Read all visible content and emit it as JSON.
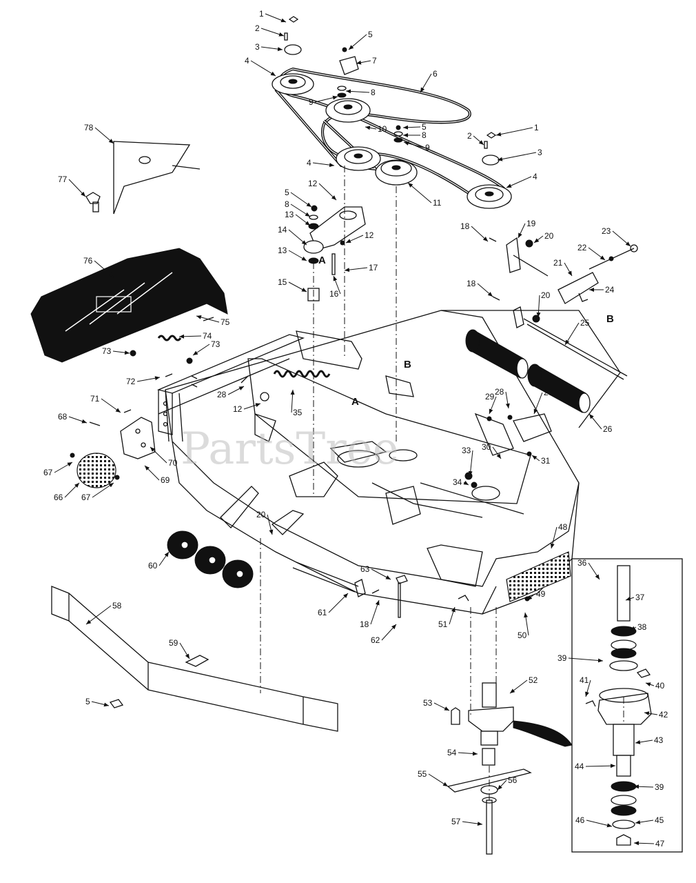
{
  "watermark": "PartsTree",
  "reference_letters": [
    "A",
    "A",
    "B",
    "B"
  ],
  "callouts": [
    "1",
    "2",
    "3",
    "4",
    "5",
    "6",
    "7",
    "8",
    "9",
    "10",
    "11",
    "12",
    "13",
    "14",
    "15",
    "16",
    "17",
    "18",
    "19",
    "20",
    "21",
    "22",
    "23",
    "24",
    "25",
    "26",
    "27",
    "28",
    "29",
    "30",
    "31",
    "33",
    "34",
    "35",
    "36",
    "37",
    "38",
    "39",
    "40",
    "41",
    "42",
    "43",
    "44",
    "45",
    "46",
    "47",
    "48",
    "49",
    "50",
    "51",
    "52",
    "53",
    "54",
    "55",
    "56",
    "57",
    "58",
    "59",
    "60",
    "61",
    "62",
    "63",
    "66",
    "67",
    "68",
    "69",
    "70",
    "71",
    "72",
    "73",
    "74",
    "75",
    "76",
    "77",
    "78"
  ]
}
